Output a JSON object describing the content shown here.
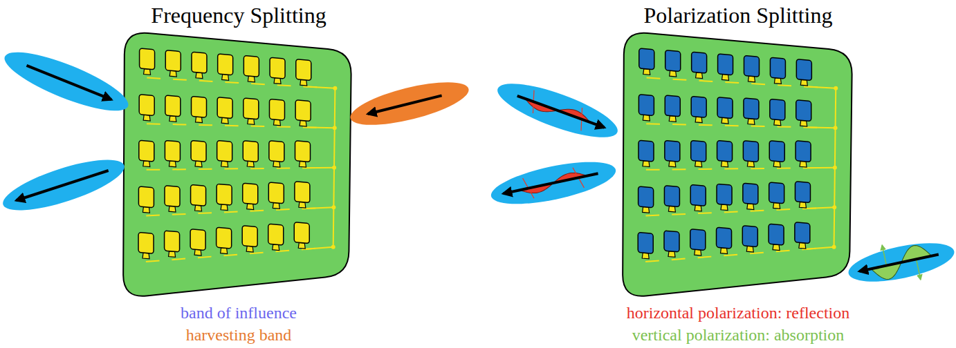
{
  "diagram": {
    "labels": [
      "Frequency Splitting",
      "Polarization Splitting",
      "band of influence",
      "harvesting band",
      "horizontal polarization: reflection",
      "vertical polarization: absorption"
    ]
  }
}
